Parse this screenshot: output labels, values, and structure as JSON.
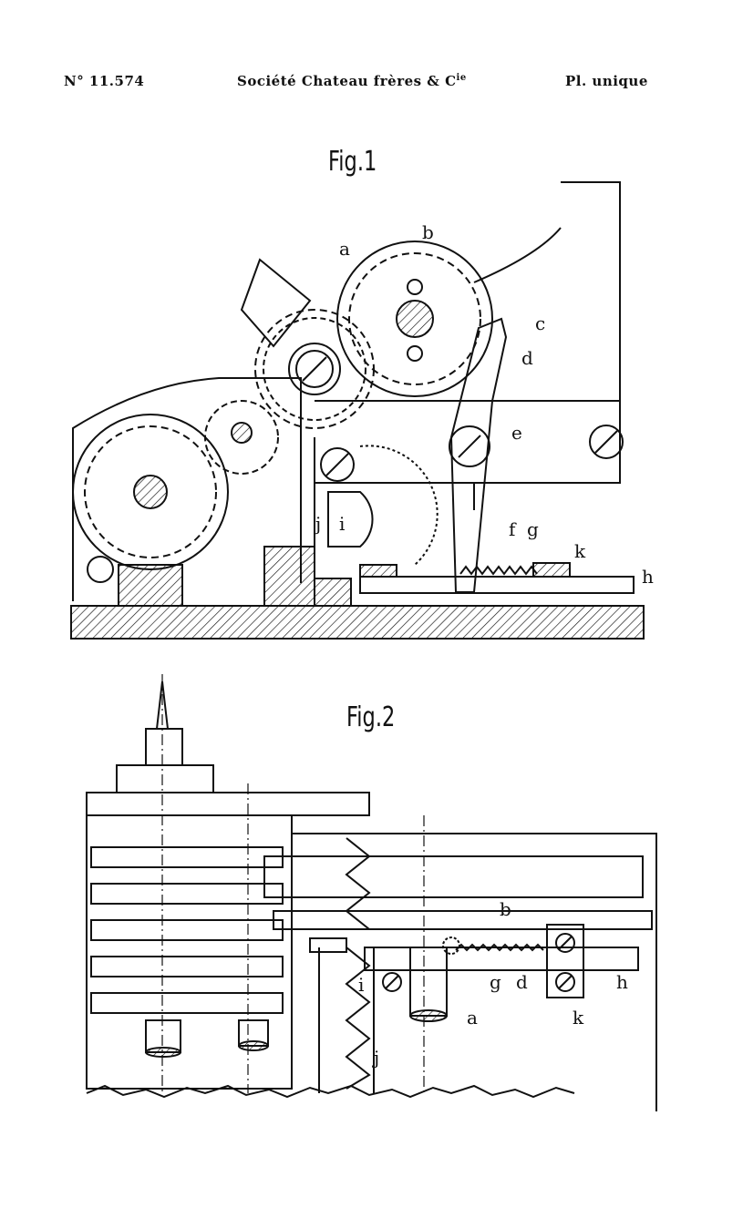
{
  "header": {
    "left": "N° 11.574",
    "center_main": "Société Chateau frères & C",
    "center_sup": "ie",
    "right": "Pl. unique"
  },
  "fig1": {
    "title": "Fig.1",
    "labels": [
      "a",
      "b",
      "c",
      "d",
      "e",
      "f",
      "g",
      "k",
      "h",
      "j",
      "i"
    ]
  },
  "fig2": {
    "title": "Fig.2",
    "labels": [
      "b",
      "d",
      "g",
      "h",
      "k",
      "a",
      "i",
      "j"
    ]
  },
  "colors": {
    "ink": "#111111",
    "paper": "#ffffff"
  }
}
